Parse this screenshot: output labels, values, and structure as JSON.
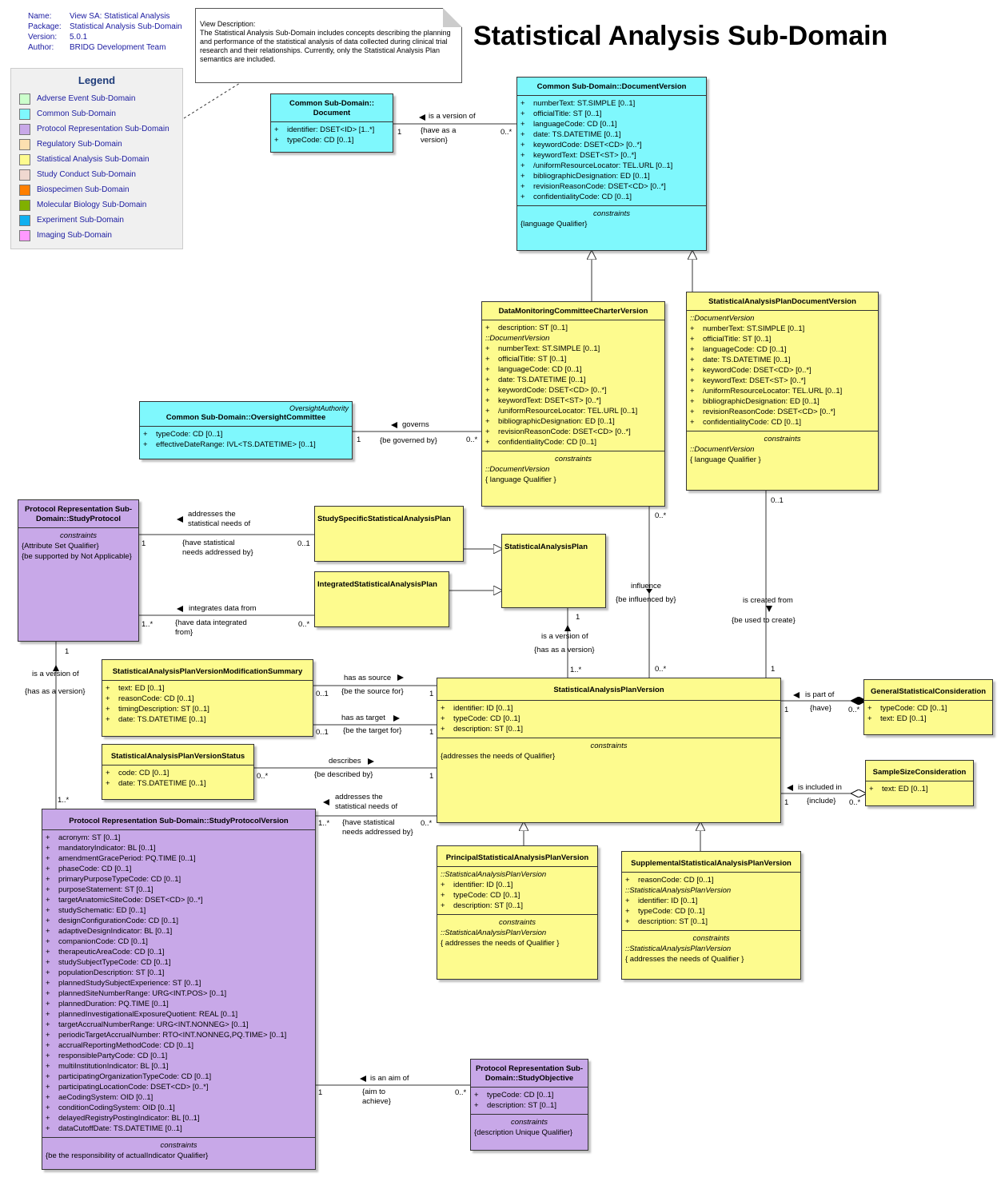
{
  "meta": {
    "name_label": "Name:",
    "name": "View SA: Statistical Analysis",
    "package_label": "Package:",
    "package": "Statistical Analysis Sub-Domain",
    "version_label": "Version:",
    "version": "5.0.1",
    "author_label": "Author:",
    "author": "BRIDG Development Team"
  },
  "title": "Statistical Analysis Sub-Domain",
  "note": {
    "heading": "View Description:",
    "text": "The Statistical Analysis Sub-Domain includes concepts describing the planning and performance of the statistical analysis of data collected during clinical trial research and their relationships. Currently, only the Statistical Analysis Plan semantics are included."
  },
  "legend": {
    "title": "Legend",
    "items": [
      {
        "label": "Adverse Event Sub-Domain",
        "color": "#ccffcc"
      },
      {
        "label": "Common Sub-Domain",
        "color": "#7ff8fd"
      },
      {
        "label": "Protocol Representation Sub-Domain",
        "color": "#c8a8e8"
      },
      {
        "label": "Regulatory Sub-Domain",
        "color": "#fce0b0"
      },
      {
        "label": "Statistical Analysis Sub-Domain",
        "color": "#fdfb8e"
      },
      {
        "label": "Study Conduct Sub-Domain",
        "color": "#f0d8d0"
      },
      {
        "label": "Biospecimen Sub-Domain",
        "color": "#ff7f00"
      },
      {
        "label": "Molecular Biology Sub-Domain",
        "color": "#80b000"
      },
      {
        "label": "Experiment Sub-Domain",
        "color": "#10b0f0"
      },
      {
        "label": "Imaging Sub-Domain",
        "color": "#ff99ff"
      }
    ]
  },
  "classes": {
    "document": {
      "name": "Common Sub-Domain::\nDocument",
      "attrs": [
        "identifier: DSET<ID> [1..*]",
        "typeCode: CD [0..1]"
      ]
    },
    "documentVersion": {
      "name": "Common Sub-Domain::DocumentVersion",
      "attrs": [
        "numberText: ST.SIMPLE [0..1]",
        "officialTitle: ST [0..1]",
        "languageCode: CD [0..1]",
        "date: TS.DATETIME [0..1]",
        "keywordCode: DSET<CD> [0..*]",
        "keywordText: DSET<ST> [0..*]",
        "/uniformResourceLocator: TEL.URL [0..1]",
        "bibliographicDesignation: ED [0..1]",
        "revisionReasonCode: DSET<CD> [0..*]",
        "confidentialityCode: CD [0..1]"
      ],
      "constraints_label": "constraints",
      "constraints": [
        "{language Qualifier}"
      ]
    },
    "dmcCharter": {
      "name": "DataMonitoringCommitteeCharterVersion",
      "own": [
        "description: ST [0..1]"
      ],
      "inherited_from": "::DocumentVersion",
      "attrs": [
        "numberText: ST.SIMPLE [0..1]",
        "officialTitle: ST [0..1]",
        "languageCode: CD [0..1]",
        "date: TS.DATETIME [0..1]",
        "keywordCode: DSET<CD> [0..*]",
        "keywordText: DSET<ST> [0..*]",
        "/uniformResourceLocator: TEL.URL [0..1]",
        "bibliographicDesignation: ED [0..1]",
        "revisionReasonCode: DSET<CD> [0..*]",
        "confidentialityCode: CD [0..1]"
      ],
      "constraints_label": "constraints",
      "constraints_from": "::DocumentVersion",
      "constraints": [
        "{ language Qualifier }"
      ]
    },
    "sapDocVersion": {
      "name": "StatisticalAnalysisPlanDocumentVersion",
      "inherited_from": "::DocumentVersion",
      "attrs": [
        "numberText: ST.SIMPLE [0..1]",
        "officialTitle: ST [0..1]",
        "languageCode: CD [0..1]",
        "date: TS.DATETIME [0..1]",
        "keywordCode: DSET<CD> [0..*]",
        "keywordText: DSET<ST> [0..*]",
        "/uniformResourceLocator: TEL.URL [0..1]",
        "bibliographicDesignation: ED [0..1]",
        "revisionReasonCode: DSET<CD> [0..*]",
        "confidentialityCode: CD [0..1]"
      ],
      "constraints_label": "constraints",
      "constraints_from": "::DocumentVersion",
      "constraints": [
        "{ language Qualifier }"
      ]
    },
    "oversight": {
      "stereotype": "OversightAuthority",
      "name": "Common Sub-Domain::OversightCommittee",
      "attrs": [
        "typeCode: CD [0..1]",
        "effectiveDateRange: IVL<TS.DATETIME> [0..1]"
      ]
    },
    "studyProtocol": {
      "name": "Protocol Representation Sub-Domain::StudyProtocol",
      "constraints_label": "constraints",
      "constraints": [
        "{Attribute Set Qualifier}",
        "{be supported by Not Applicable}"
      ]
    },
    "sssap": {
      "name": "StudySpecificStatisticalAnalysisPlan"
    },
    "isap": {
      "name": "IntegratedStatisticalAnalysisPlan"
    },
    "sap": {
      "name": "StatisticalAnalysisPlan"
    },
    "sapvms": {
      "name": "StatisticalAnalysisPlanVersionModificationSummary",
      "attrs": [
        "text: ED [0..1]",
        "reasonCode: CD [0..1]",
        "timingDescription: ST [0..1]",
        "date: TS.DATETIME [0..1]"
      ]
    },
    "sapvStatus": {
      "name": "StatisticalAnalysisPlanVersionStatus",
      "attrs": [
        "code: CD [0..1]",
        "date: TS.DATETIME [0..1]"
      ]
    },
    "sapv": {
      "name": "StatisticalAnalysisPlanVersion",
      "attrs": [
        "identifier: ID [0..1]",
        "typeCode: CD [0..1]",
        "description: ST [0..1]"
      ],
      "constraints_label": "constraints",
      "constraints": [
        "{addresses the needs of Qualifier}"
      ]
    },
    "gsc": {
      "name": "GeneralStatisticalConsideration",
      "attrs": [
        "typeCode: CD [0..1]",
        "text: ED [0..1]"
      ]
    },
    "ssc": {
      "name": "SampleSizeConsideration",
      "attrs": [
        "text: ED [0..1]"
      ]
    },
    "psapv": {
      "name": "PrincipalStatisticalAnalysisPlanVersion",
      "inherited_from": "::StatisticalAnalysisPlanVersion",
      "attrs": [
        "identifier: ID [0..1]",
        "typeCode: CD [0..1]",
        "description: ST [0..1]"
      ],
      "constraints_label": "constraints",
      "constraints_from": "::StatisticalAnalysisPlanVersion",
      "constraints": [
        "{ addresses the needs of Qualifier }"
      ]
    },
    "ssapv": {
      "name": "SupplementalStatisticalAnalysisPlanVersion",
      "own": [
        "reasonCode: CD [0..1]"
      ],
      "inherited_from": "::StatisticalAnalysisPlanVersion",
      "attrs": [
        "identifier: ID [0..1]",
        "typeCode: CD [0..1]",
        "description: ST [0..1]"
      ],
      "constraints_label": "constraints",
      "constraints_from": "::StatisticalAnalysisPlanVersion",
      "constraints": [
        "{ addresses the needs of Qualifier }"
      ]
    },
    "spv": {
      "name": "Protocol Representation Sub-Domain::StudyProtocolVersion",
      "attrs": [
        "acronym: ST [0..1]",
        "mandatoryIndicator: BL [0..1]",
        "amendmentGracePeriod: PQ.TIME [0..1]",
        "phaseCode: CD [0..1]",
        "primaryPurposeTypeCode: CD [0..1]",
        "purposeStatement: ST [0..1]",
        "targetAnatomicSiteCode: DSET<CD> [0..*]",
        "studySchematic: ED [0..1]",
        "designConfigurationCode: CD [0..1]",
        "adaptiveDesignIndicator: BL [0..1]",
        "companionCode: CD [0..1]",
        "therapeuticAreaCode: CD [0..1]",
        "studySubjectTypeCode: CD [0..1]",
        "populationDescription: ST [0..1]",
        "plannedStudySubjectExperience: ST [0..1]",
        "plannedSiteNumberRange: URG<INT.POS> [0..1]",
        "plannedDuration: PQ.TIME [0..1]",
        "plannedInvestigationalExposureQuotient: REAL [0..1]",
        "targetAccrualNumberRange: URG<INT.NONNEG> [0..1]",
        "periodicTargetAccrualNumber: RTO<INT.NONNEG,PQ.TIME> [0..1]",
        "accrualReportingMethodCode: CD [0..1]",
        "responsiblePartyCode: CD [0..1]",
        "multiInstitutionIndicator: BL [0..1]",
        "participatingOrganizationTypeCode: CD [0..1]",
        "participatingLocationCode: DSET<CD> [0..*]",
        "aeCodingSystem: OID [0..1]",
        "conditionCodingSystem: OID [0..1]",
        "delayedRegistryPostingIndicator: BL [0..1]",
        "dataCutoffDate: TS.DATETIME [0..1]"
      ],
      "constraints_label": "constraints",
      "constraints": [
        "{be the responsibility of actualIndicator Qualifier}"
      ]
    },
    "studyObjective": {
      "name": "Protocol Representation Sub-Domain::StudyObjective",
      "attrs": [
        "typeCode: CD [0..1]",
        "description: ST [0..1]"
      ],
      "constraints_label": "constraints",
      "constraints": [
        "{description Unique Qualifier}"
      ]
    }
  },
  "plus": "+",
  "labels": {
    "docver_is_version": "is a version of",
    "docver_have_as": "{have as a\nversion}",
    "docver_1": "1",
    "docver_0n": "0..*",
    "governs": "governs",
    "be_governed": "{be governed by}",
    "gov_1": "1",
    "gov_0n": "0..*",
    "addresses1": "addresses the\nstatistical needs of",
    "have_stat1": "{have statistical\nneeds addressed by}",
    "addr1_1": "1",
    "addr1_01": "0..1",
    "integrates": "integrates data from",
    "have_data": "{have data integrated\nfrom}",
    "int_1n": "1..*",
    "int_0n": "0..*",
    "sap_1": "1",
    "sap_is_version": "is a version of",
    "sap_has_version": "{has as a version}",
    "sap_1n": "1..*",
    "influence": "influence",
    "be_influenced": "{be influenced by}",
    "infl_0n_top": "0..*",
    "infl_0n_bot": "0..*",
    "created_from": "is created from",
    "be_used": "{be used to create}",
    "cr_01": "0..1",
    "cr_1": "1",
    "sp_1": "1",
    "sp_is_version": "is a version of",
    "sp_has_version": "{has as a version}",
    "sp_1n": "1..*",
    "has_source": "has as source",
    "be_source": "{be the source for}",
    "src_01": "0..1",
    "src_1": "1",
    "has_target": "has as target",
    "be_target": "{be the target for}",
    "tgt_01": "0..1",
    "tgt_1": "1",
    "describes": "describes",
    "be_described": "{be described by}",
    "desc_0n": "0..*",
    "desc_1": "1",
    "addresses2": "addresses the\nstatistical needs of",
    "have_stat2": "{have statistical\nneeds addressed by}",
    "addr2_1n": "1..*",
    "addr2_0n": "0..*",
    "part_of": "is part of",
    "have": "{have}",
    "part_1": "1",
    "part_0n": "0..*",
    "included_in": "is included in",
    "include": "{include}",
    "inc_1": "1",
    "inc_0n": "0..*",
    "aim_of": "is an aim of",
    "aim_to": "{aim to\nachieve}",
    "aim_1": "1",
    "aim_0n": "0..*"
  }
}
